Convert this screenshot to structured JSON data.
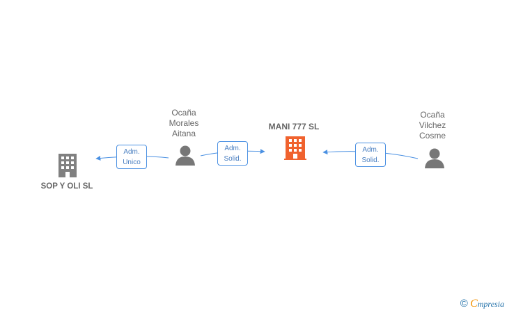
{
  "nodes": {
    "sop": {
      "label": "SOP Y OLI  SL",
      "type": "company"
    },
    "mani": {
      "label": "MANI 777  SL",
      "type": "focus-company"
    },
    "aitana": {
      "line1": "Ocaña",
      "line2": "Morales",
      "line3": "Aitana",
      "type": "person"
    },
    "cosme": {
      "line1": "Ocaña",
      "line2": "Vilchez",
      "line3": "Cosme",
      "type": "person"
    }
  },
  "relations": {
    "r1": {
      "line1": "Adm.",
      "line2": "Unico"
    },
    "r2": {
      "line1": "Adm.",
      "line2": "Solid."
    },
    "r3": {
      "line1": "Adm.",
      "line2": "Solid."
    }
  },
  "brand": {
    "copyright": "©",
    "initial": "C",
    "rest": "mpresia"
  },
  "colors": {
    "edge": "#4a90e2",
    "company": "#808080",
    "focus": "#f0622e",
    "person": "#777777"
  }
}
